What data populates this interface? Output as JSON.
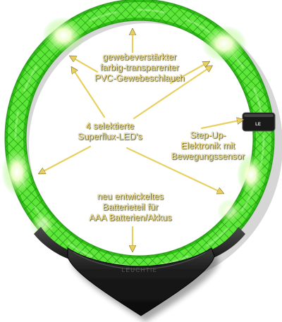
{
  "callouts": {
    "tube": {
      "line1": "gewebeverstärkter",
      "line2": "farbig-transparenter",
      "line3": "PVC-Gewebeschlauch"
    },
    "leds": {
      "line1": "4 selektierte",
      "line2": "Superflux-LED's"
    },
    "sensor": {
      "line1": "Step-Up-",
      "line2": "Elektronik mit",
      "line3": "Bewegungssensor"
    },
    "battery": {
      "line1": "neu entwickeltes",
      "line2": "Batterieteil für",
      "line3": "AAA Batterien/Akkus"
    }
  },
  "product": {
    "brand": "LEUCHTIE",
    "clip_label": "LE"
  },
  "colors": {
    "tube_green": "#3cd21e",
    "led_glow": "#f4ffd0",
    "callout_text": "#ffe98a",
    "arrow": "#e8d060",
    "battery_body": "#1c1c1c"
  },
  "icons": {
    "arrow": "yellow-arrow"
  }
}
